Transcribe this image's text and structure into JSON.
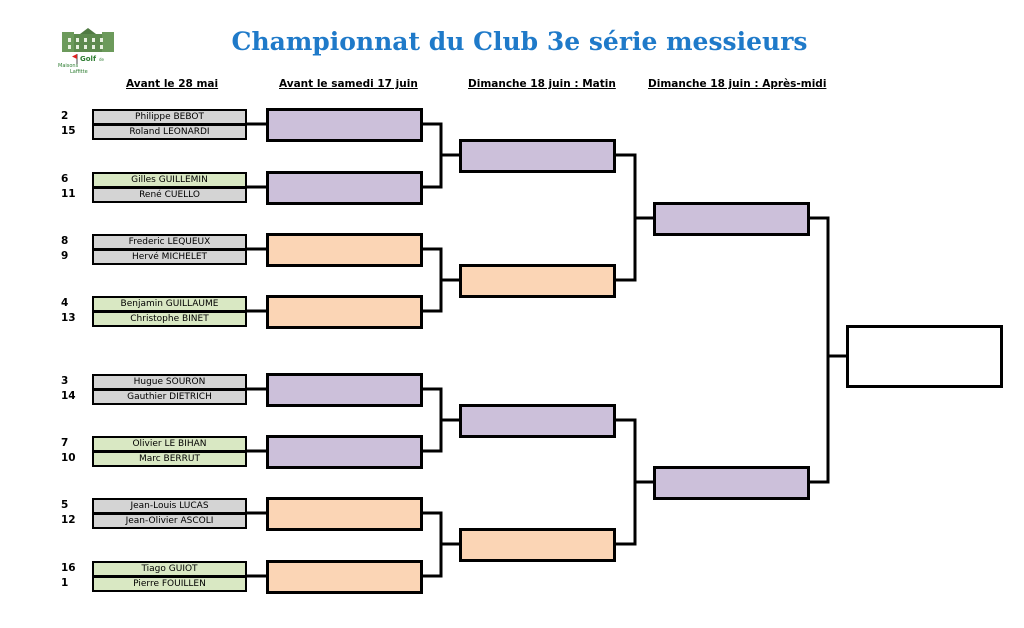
{
  "title": "Championnat du Club 3e série messieurs",
  "logo": {
    "line1": "Golf",
    "line2": "de",
    "line3": "Maisons",
    "line4": "Laffitte"
  },
  "rounds": [
    "Avant le 28 mai",
    "Avant le samedi 17 juin",
    "Dimanche 18 juin : Matin",
    "Dimanche 18 juin : Après-midi"
  ],
  "matches": [
    {
      "seeds": [
        "2",
        "15"
      ],
      "players": [
        "Philippe BEBOT",
        "Roland LEONARDI"
      ]
    },
    {
      "seeds": [
        "6",
        "11"
      ],
      "players": [
        "Gilles GUILLEMIN",
        "René CUELLO"
      ]
    },
    {
      "seeds": [
        "8",
        "9"
      ],
      "players": [
        "Frederic LEQUEUX",
        "Hervé MICHELET"
      ]
    },
    {
      "seeds": [
        "4",
        "13"
      ],
      "players": [
        "Benjamin GUILLAUME",
        "Christophe BINET"
      ]
    },
    {
      "seeds": [
        "3",
        "14"
      ],
      "players": [
        "Hugue SOURON",
        "Gauthier DIETRICH"
      ]
    },
    {
      "seeds": [
        "7",
        "10"
      ],
      "players": [
        "Olivier LE BIHAN",
        "Marc BERRUT"
      ]
    },
    {
      "seeds": [
        "5",
        "12"
      ],
      "players": [
        "Jean-Louis LUCAS",
        "Jean-Olivier ASCOLI"
      ]
    },
    {
      "seeds": [
        "16",
        "1"
      ],
      "players": [
        "Tiago GUIOT",
        "Pierre FOUILLEN"
      ]
    }
  ],
  "colors": {
    "title": "#1f7ac9",
    "player_grey": "#d4d4d4",
    "player_green": "#d9e8c3",
    "slot_purple": "#ccc0da",
    "slot_peach": "#fbd5b5"
  }
}
